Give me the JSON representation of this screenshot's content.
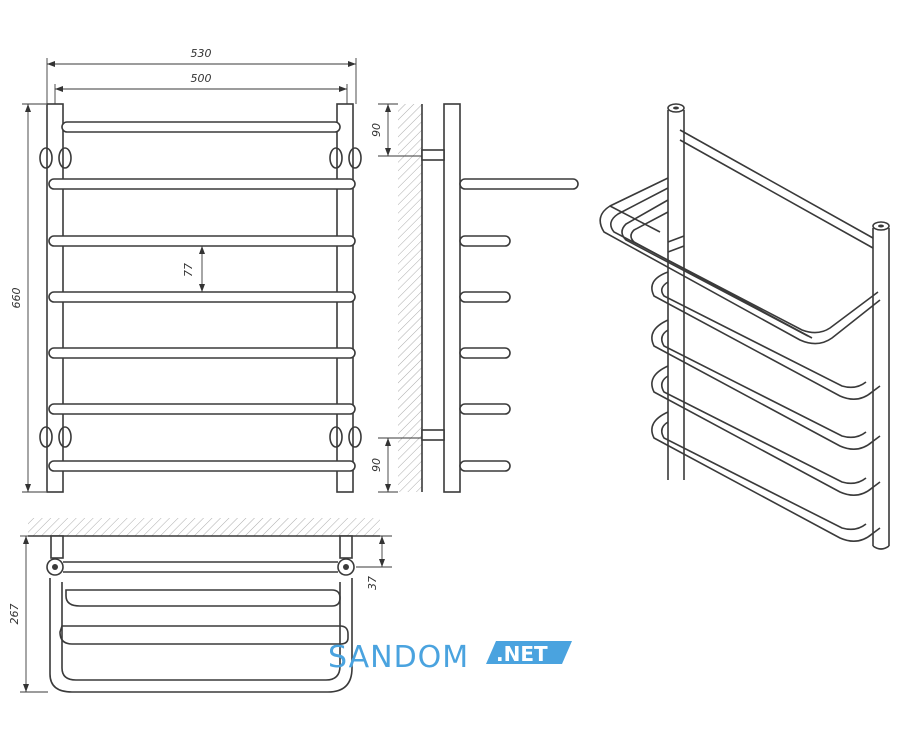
{
  "dimensions": {
    "overall_width": "530",
    "inner_width": "500",
    "height": "660",
    "bar_spacing": "77",
    "bracket_offset_top": "90",
    "bracket_offset_bottom": "90",
    "wall_offset": "37",
    "depth": "267"
  },
  "watermark": {
    "brand": "SANDOM",
    "tld": ".NET",
    "brand_color": "#4aa3df",
    "tld_bg_color": "#4aa3df"
  },
  "views": [
    "front-view",
    "side-view",
    "top-view",
    "isometric-view"
  ]
}
